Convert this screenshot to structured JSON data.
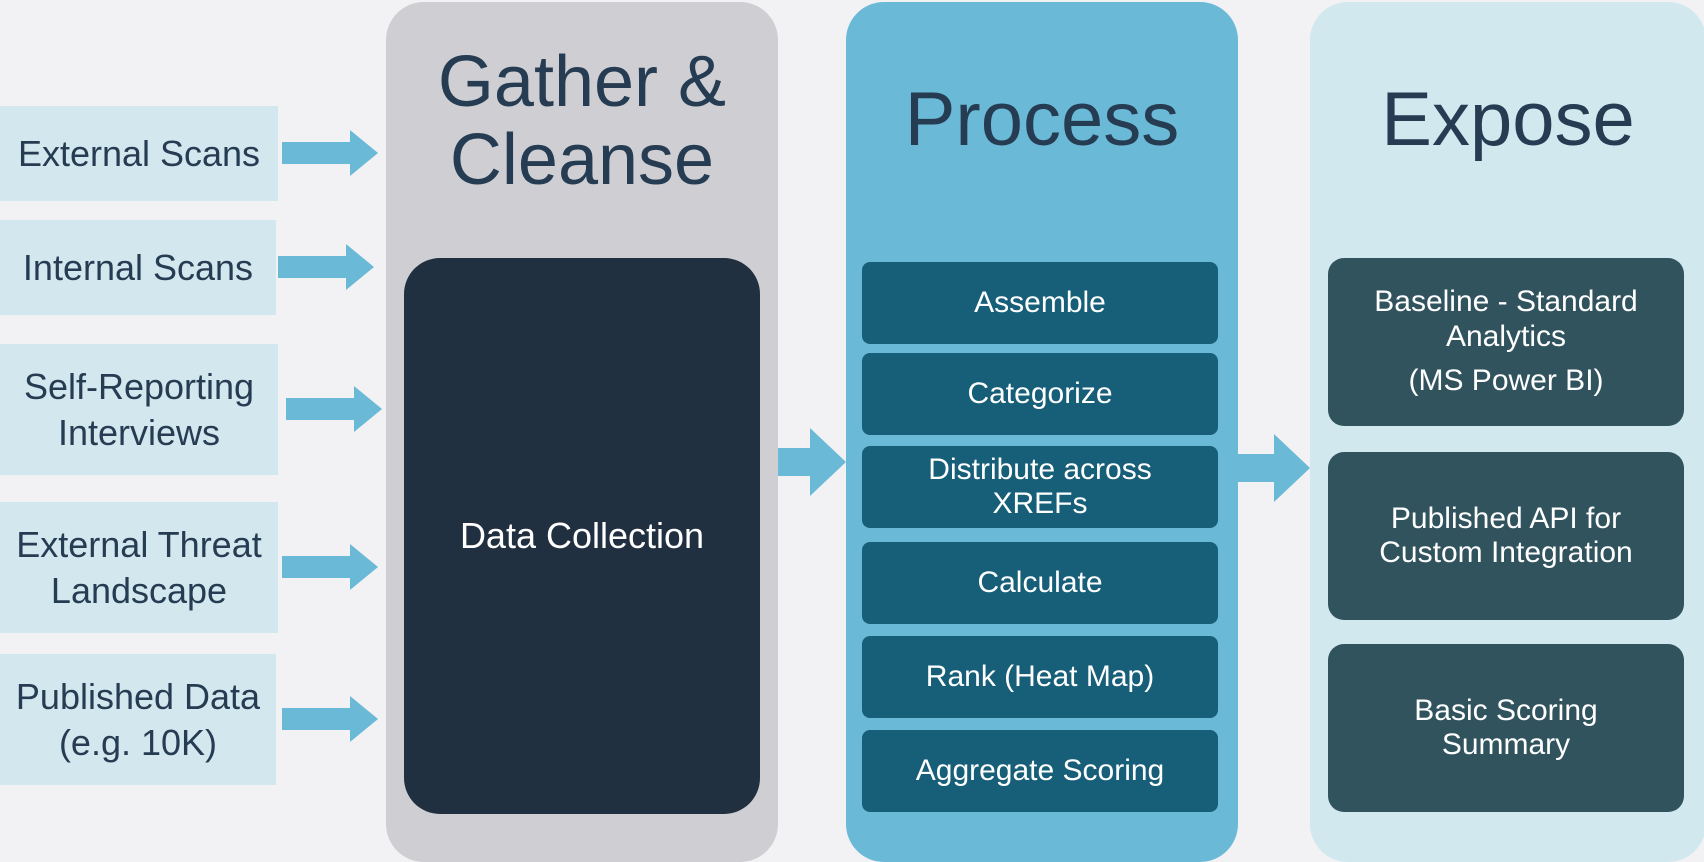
{
  "colors": {
    "background": "#f2f2f4",
    "source_box": "#d2e8ee",
    "arrow": "#6ab9d6",
    "gather_panel": "#cfcfd3",
    "process_panel": "#6ab9d6",
    "expose_panel": "#d0e8ee",
    "data_collection_box": "#213040",
    "process_step_box": "#175f78",
    "expose_box": "#31535e",
    "title_text": "#253c52"
  },
  "sources": [
    {
      "label": "External Scans"
    },
    {
      "label": "Internal Scans"
    },
    {
      "label": "Self-Reporting\nInterviews"
    },
    {
      "label": "External Threat\nLandscape"
    },
    {
      "label": "Published Data\n(e.g. 10K)"
    }
  ],
  "gather": {
    "title": "Gather &\nCleanse",
    "box_label": "Data Collection"
  },
  "process": {
    "title": "Process",
    "steps": [
      {
        "label": "Assemble"
      },
      {
        "label": "Categorize"
      },
      {
        "label": "Distribute across\nXREFs"
      },
      {
        "label": "Calculate"
      },
      {
        "label": "Rank (Heat Map)"
      },
      {
        "label": "Aggregate Scoring"
      }
    ]
  },
  "expose": {
    "title": "Expose",
    "items": [
      {
        "line1": "Baseline - Standard\nAnalytics",
        "line2": "(MS Power BI)"
      },
      {
        "line1": "Published API for\nCustom Integration"
      },
      {
        "line1": "Basic Scoring\nSummary"
      }
    ]
  }
}
